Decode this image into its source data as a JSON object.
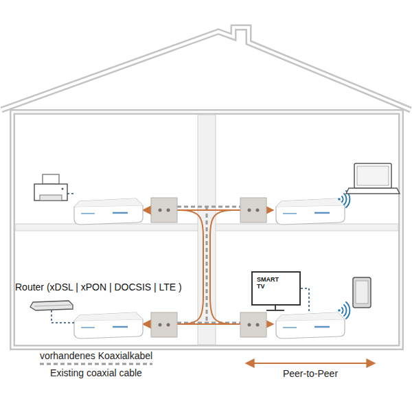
{
  "diagram": {
    "nodes": [
      {
        "text": [
          "Router (xDSL | xPON | DOCSIS | LTE )"
        ]
      },
      {
        "text": [
          "SMART TV"
        ]
      }
    ],
    "legend": [
      {
        "text": "vorhandenes Koaxialkabel"
      },
      {
        "text": "Existing coaxial cable"
      },
      {
        "text": "Peer-to-Peer"
      }
    ]
  }
}
